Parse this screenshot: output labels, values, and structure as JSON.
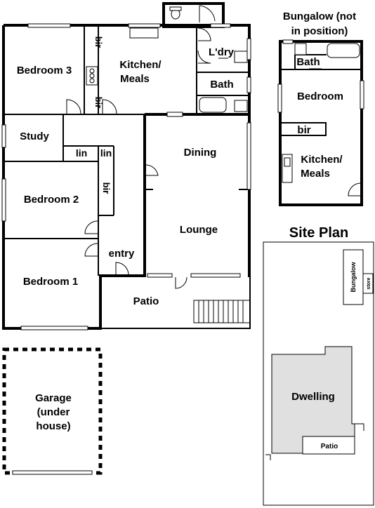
{
  "floor_plan": {
    "rooms": {
      "bedroom3": "Bedroom 3",
      "kitchen_meals": [
        "Kitchen/",
        "Meals"
      ],
      "laundry": "L'dry",
      "bath": "Bath",
      "study": "Study",
      "lin1": "lin",
      "lin2": "lin",
      "bir_top": "bir",
      "bir_mid": "bir",
      "bir_hall": "bir",
      "dining": "Dining",
      "bedroom2": "Bedroom 2",
      "lounge": "Lounge",
      "entry": "entry",
      "bedroom1": "Bedroom 1",
      "patio": "Patio"
    }
  },
  "garage": {
    "label": [
      "Garage",
      "(under",
      "house)"
    ]
  },
  "bungalow": {
    "title": [
      "Bungalow (not",
      "in position)"
    ],
    "bath": "Bath",
    "bedroom": "Bedroom",
    "bir": "bir",
    "kitchen_meals": [
      "Kitchen/",
      "Meals"
    ]
  },
  "site_plan": {
    "title": "Site Plan",
    "bungalow": "Bungalow",
    "store": "store",
    "dwelling": "Dwelling",
    "patio": "Patio"
  }
}
